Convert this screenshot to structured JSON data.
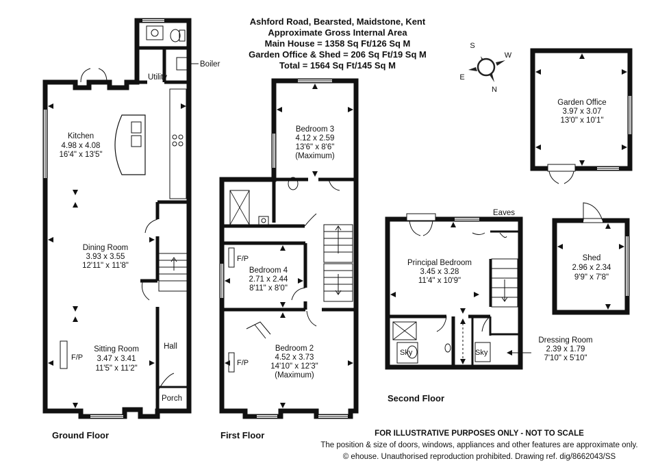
{
  "header": {
    "line1": "Ashford Road, Bearsted, Maidstone, Kent",
    "line2": "Approximate Gross Internal Area",
    "line3": "Main House = 1358 Sq Ft/126 Sq M",
    "line4": "Garden Office & Shed = 206 Sq Ft/19 Sq M",
    "line5": "Total = 1564 Sq Ft/145 Sq M"
  },
  "compass": {
    "n": "N",
    "s": "S",
    "e": "E",
    "w": "W"
  },
  "floors": {
    "ground": "Ground Floor",
    "first": "First Floor",
    "second": "Second Floor"
  },
  "rooms": {
    "kitchen": {
      "name": "Kitchen",
      "metric": "4.98 x 4.08",
      "imperial": "16'4\" x 13'5\""
    },
    "dining": {
      "name": "Dining Room",
      "metric": "3.93 x 3.55",
      "imperial": "12'11\" x 11'8\""
    },
    "sitting": {
      "name": "Sitting Room",
      "metric": "3.47 x 3.41",
      "imperial": "11'5\" x 11'2\""
    },
    "hall": "Hall",
    "porch": "Porch",
    "utility": "Utility",
    "boiler": "Boiler",
    "fp": "F/P",
    "bedroom3": {
      "name": "Bedroom 3",
      "metric": "4.12 x 2.59",
      "imperial": "13'6\" x 8'6\"",
      "note": "(Maximum)"
    },
    "bedroom4": {
      "name": "Bedroom 4",
      "metric": "2.71 x 2.44",
      "imperial": "8'11\" x 8'0\""
    },
    "bedroom2": {
      "name": "Bedroom 2",
      "metric": "4.52 x 3.73",
      "imperial": "14'10\" x 12'3\"",
      "note": "(Maximum)"
    },
    "principal": {
      "name": "Principal Bedroom",
      "metric": "3.45 x 3.28",
      "imperial": "11'4\" x 10'9\""
    },
    "dressing": {
      "name": "Dressing Room",
      "metric": "2.39 x 1.79",
      "imperial": "7'10\" x 5'10\""
    },
    "eaves": "Eaves",
    "sky": "Sky",
    "garden_office": {
      "name": "Garden Office",
      "metric": "3.97 x 3.07",
      "imperial": "13'0\" x 10'1\""
    },
    "shed": {
      "name": "Shed",
      "metric": "2.96 x 2.34",
      "imperial": "9'9\" x 7'8\""
    }
  },
  "disclaimer": {
    "line1": "FOR ILLUSTRATIVE PURPOSES ONLY - NOT TO SCALE",
    "line2": "The position & size of doors, windows, appliances and other features are approximate only.",
    "line3": "© ehouse. Unauthorised reproduction prohibited. Drawing ref. dig/8662043/SS"
  }
}
